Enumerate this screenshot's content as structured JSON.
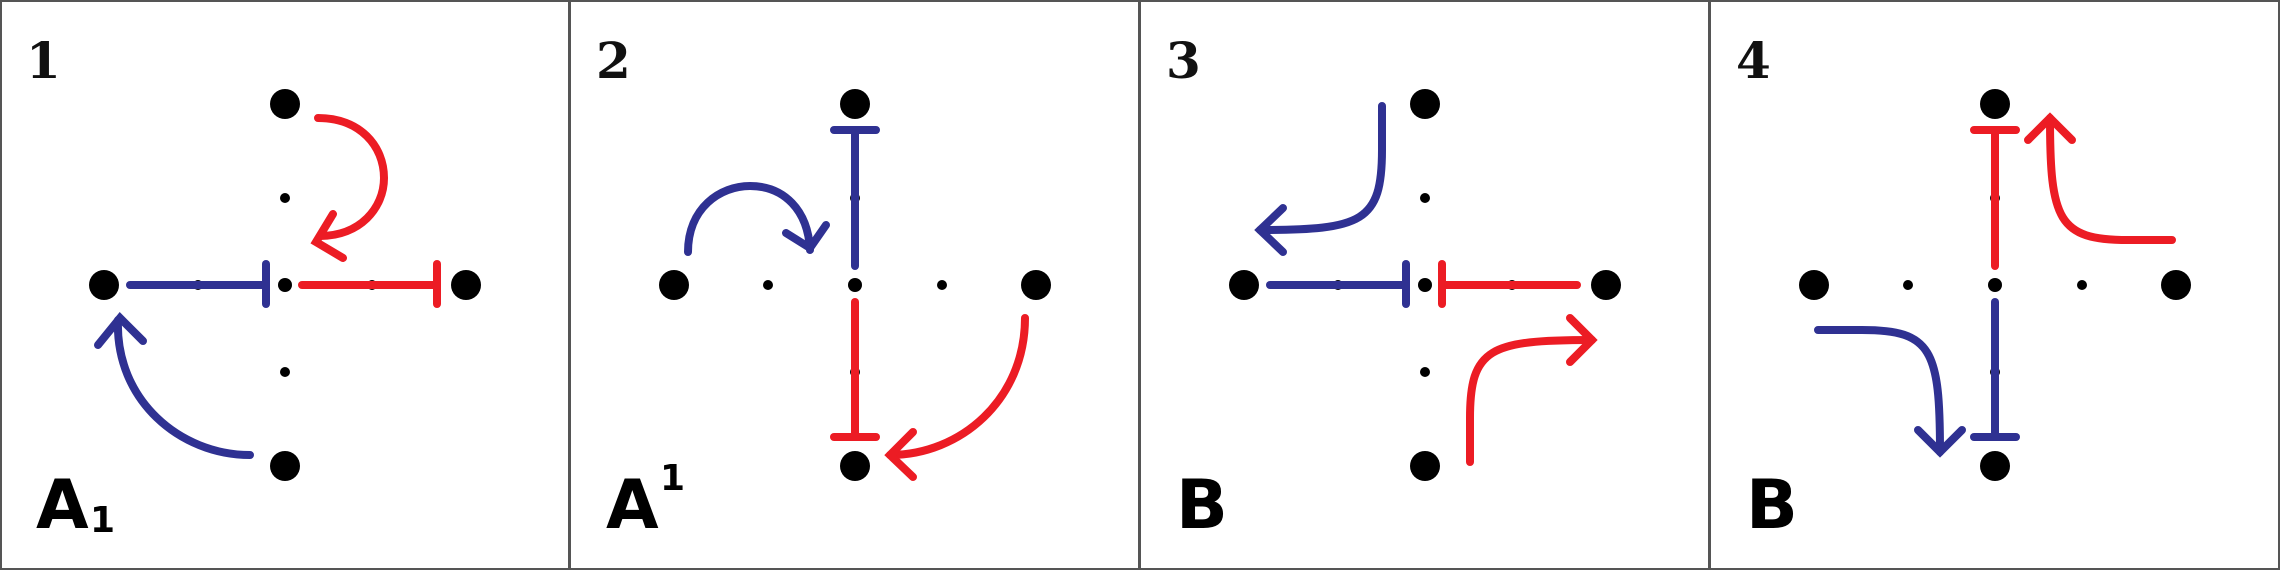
{
  "colors": {
    "blue": "#2f3192",
    "red": "#ec1c24",
    "node": "#000000",
    "border": "#555555"
  },
  "panels": [
    {
      "number": "1",
      "label_main": "A",
      "label_script": "1",
      "script_position": "subscript"
    },
    {
      "number": "2",
      "label_main": "A",
      "label_script": "1",
      "script_position": "superscript"
    },
    {
      "number": "3",
      "label_main": "B",
      "label_script": "",
      "script_position": "none"
    },
    {
      "number": "4",
      "label_main": "B",
      "label_script": "",
      "script_position": "none"
    }
  ]
}
